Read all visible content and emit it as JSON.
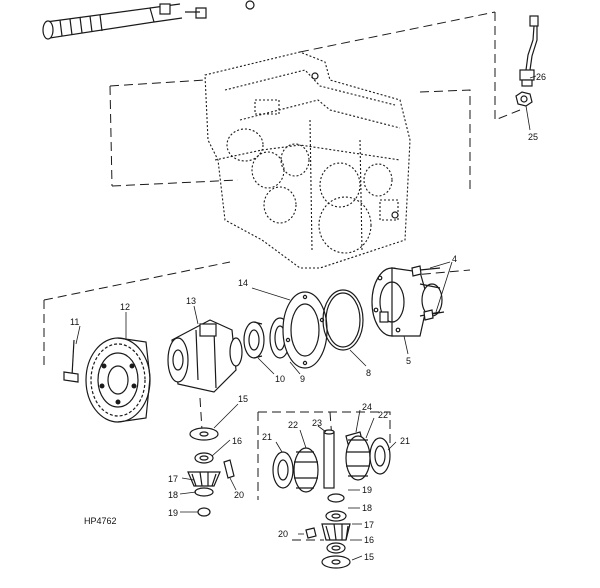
{
  "figure_code": "HP4762",
  "callouts": [
    {
      "id": "c26",
      "text": "26"
    },
    {
      "id": "c25",
      "text": "25"
    },
    {
      "id": "c4",
      "text": "4"
    },
    {
      "id": "c14",
      "text": "14"
    },
    {
      "id": "c13",
      "text": "13"
    },
    {
      "id": "c12",
      "text": "12"
    },
    {
      "id": "c11",
      "text": "11"
    },
    {
      "id": "c10",
      "text": "10"
    },
    {
      "id": "c9",
      "text": "9"
    },
    {
      "id": "c8",
      "text": "8"
    },
    {
      "id": "c5",
      "text": "5"
    },
    {
      "id": "c15",
      "text": "15"
    },
    {
      "id": "c16a",
      "text": "16"
    },
    {
      "id": "c17a",
      "text": "17"
    },
    {
      "id": "c18a",
      "text": "18"
    },
    {
      "id": "c19a",
      "text": "19"
    },
    {
      "id": "c20a",
      "text": "20"
    },
    {
      "id": "c21a",
      "text": "21"
    },
    {
      "id": "c22a",
      "text": "22"
    },
    {
      "id": "c23",
      "text": "23"
    },
    {
      "id": "c24",
      "text": "24"
    },
    {
      "id": "c22b",
      "text": "22"
    },
    {
      "id": "c21b",
      "text": "21"
    },
    {
      "id": "c19b",
      "text": "19"
    },
    {
      "id": "c18b",
      "text": "18"
    },
    {
      "id": "c17b",
      "text": "17"
    },
    {
      "id": "c20b",
      "text": "20"
    },
    {
      "id": "c16b",
      "text": "16"
    },
    {
      "id": "c15b",
      "text": "15"
    }
  ]
}
